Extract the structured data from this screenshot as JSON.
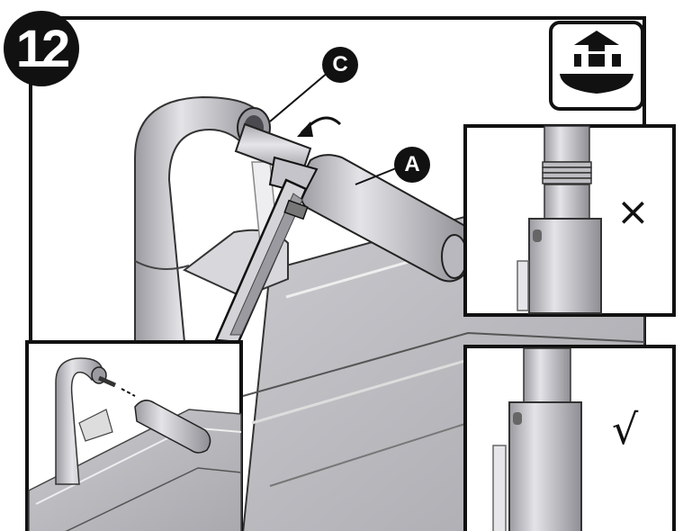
{
  "step": {
    "number": "12"
  },
  "callouts": {
    "c": "C",
    "a": "A"
  },
  "insets": {
    "wrong_mark": "×",
    "right_mark": "√"
  },
  "icons": {
    "kitchen-sink-icon": "sink with faucets and up arrow"
  },
  "colors": {
    "outline": "#111111",
    "metal": "#c7c7cc",
    "sink": "#b8b8bd",
    "background": "#ffffff"
  }
}
